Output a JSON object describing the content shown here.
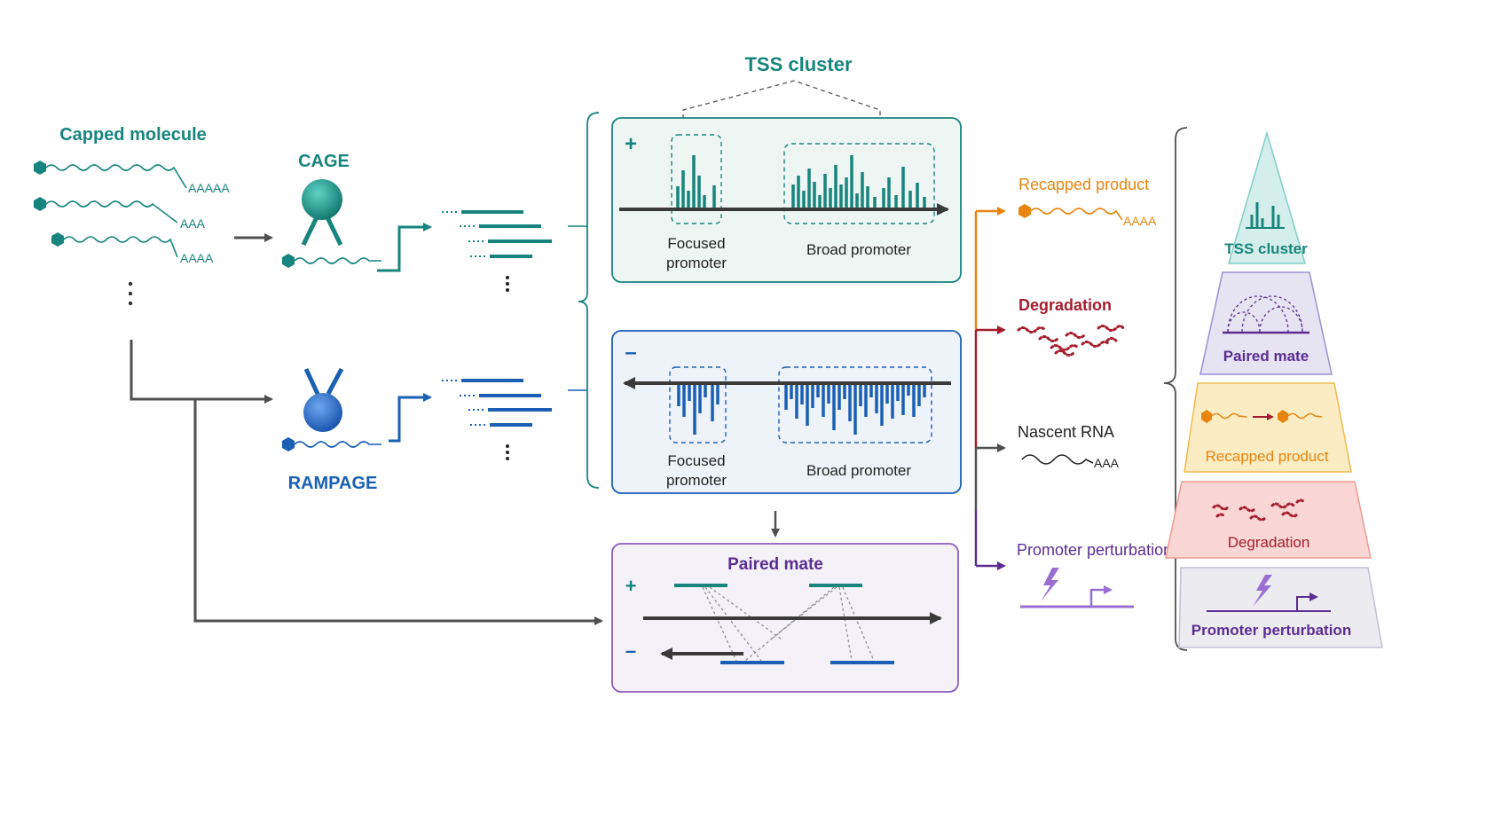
{
  "labels": {
    "capped_molecule": "Capped molecule",
    "cage": "CAGE",
    "rampage": "RAMPAGE",
    "tss_cluster": "TSS cluster",
    "focused_promoter_line1": "Focused",
    "focused_promoter_line2": "promoter",
    "broad_promoter": "Broad promoter",
    "paired_mate": "Paired mate",
    "plus": "+",
    "minus": "–",
    "poly_a": [
      "AAAAA",
      "AAA",
      "AAAA"
    ],
    "recapped_product": "Recapped product",
    "recapped_poly_a": "AAAA",
    "degradation": "Degradation",
    "nascent_rna": "Nascent RNA",
    "nascent_poly_a": "AAA",
    "promoter_perturbation": "Promoter perturbation"
  },
  "pyramid": [
    "TSS cluster",
    "Paired mate",
    "Recapped product",
    "Degradation",
    "Promoter perturbation"
  ],
  "colors": {
    "teal": "#17857d",
    "blue": "#1a5fb4",
    "purple": "#5b2d91",
    "orange": "#e8850e",
    "red": "#a51d2d",
    "gray": "#505050",
    "violet": "#9b6fd1"
  }
}
